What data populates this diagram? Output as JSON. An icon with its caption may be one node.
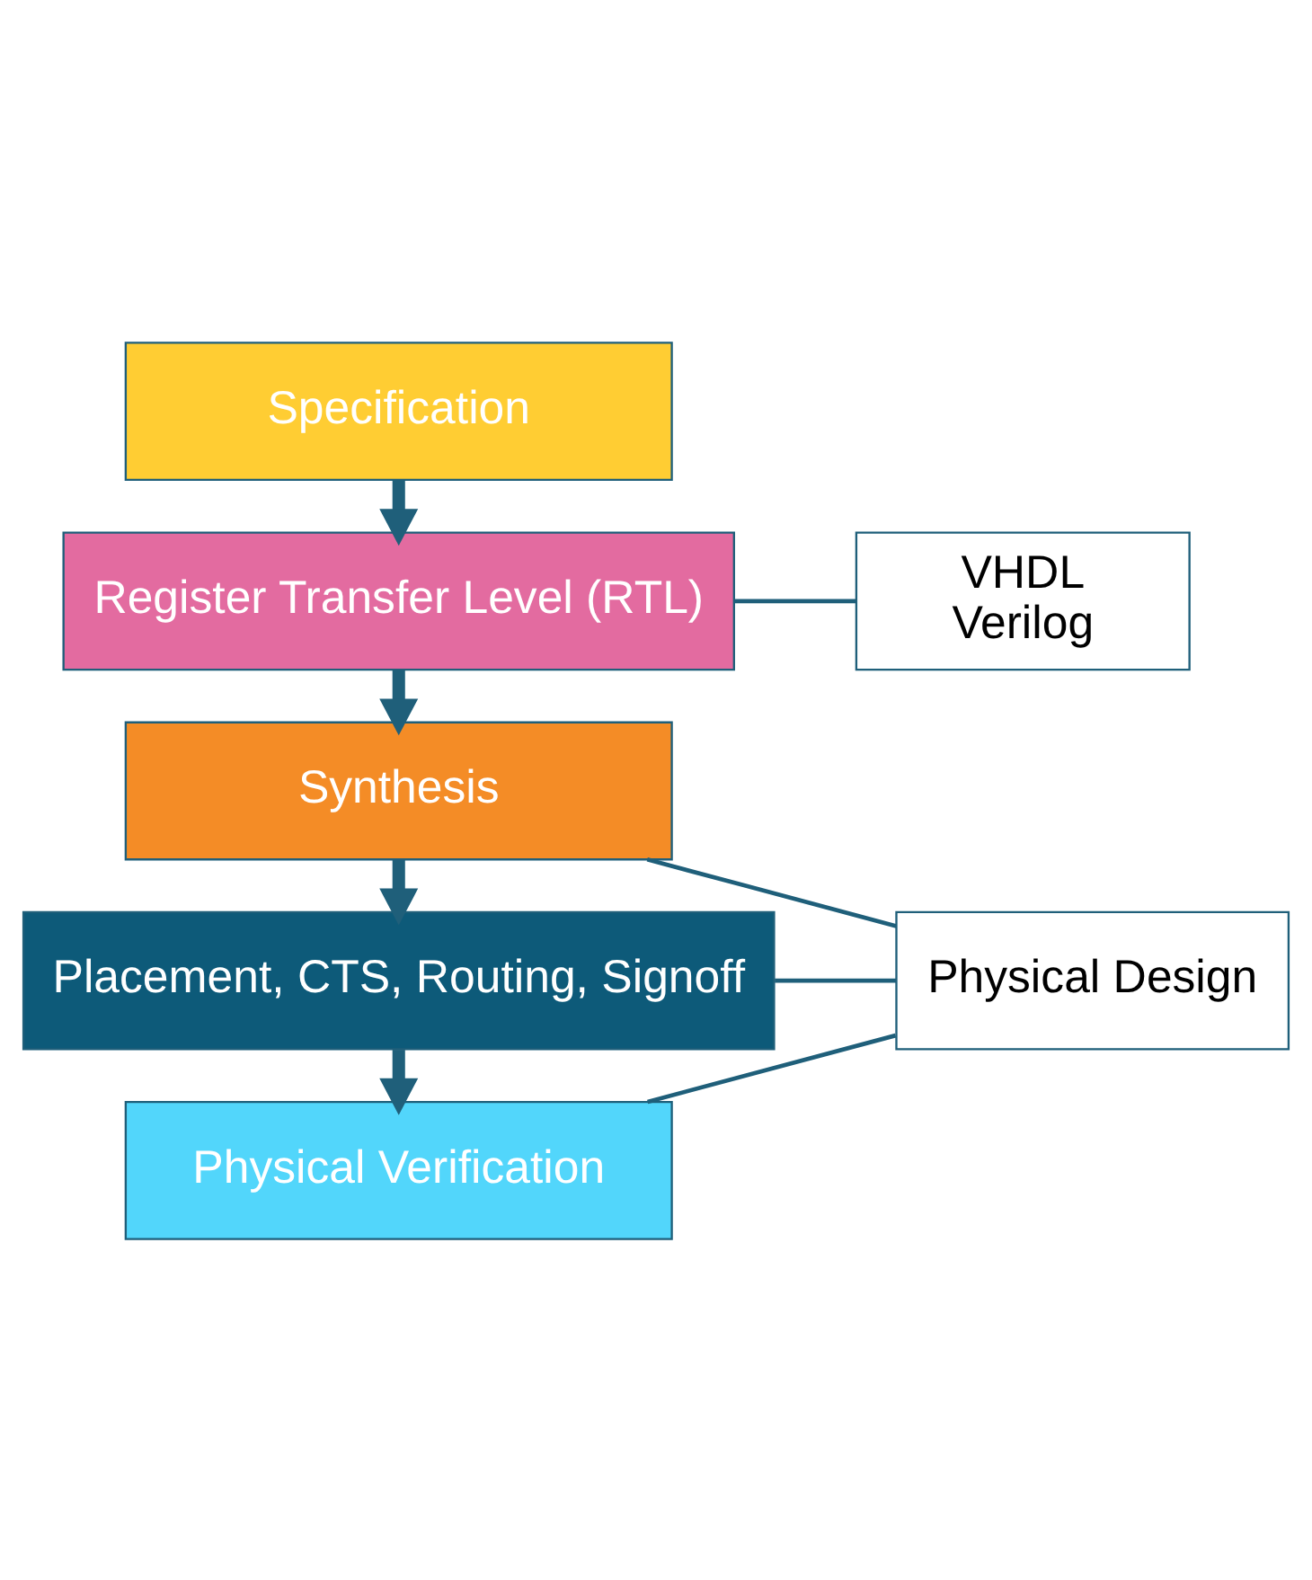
{
  "diagram": {
    "nodes": [
      {
        "text": [
          "Specification"
        ]
      },
      {
        "text": [
          "Register Transfer Level (RTL)"
        ]
      },
      {
        "text": [
          "Synthesis"
        ]
      },
      {
        "text": [
          "Placement, CTS, Routing, Signoff"
        ]
      },
      {
        "text": [
          "Physical Verification"
        ]
      },
      {
        "text": [
          "VHDL",
          "Verilog"
        ]
      },
      {
        "text": [
          "Physical Design"
        ]
      }
    ],
    "edges": [
      {
        "from": 0,
        "to": 1,
        "arrow": "to",
        "style": "thick"
      },
      {
        "from": 1,
        "to": 2,
        "arrow": "to",
        "style": "thick"
      },
      {
        "from": 2,
        "to": 3,
        "arrow": "to",
        "style": "thick"
      },
      {
        "from": 3,
        "to": 4,
        "arrow": "to",
        "style": "thick"
      },
      {
        "from": 1,
        "to": 5,
        "arrow": "none"
      },
      {
        "from": 2,
        "to": 6,
        "arrow": "none"
      },
      {
        "from": 3,
        "to": 6,
        "arrow": "none"
      },
      {
        "from": 4,
        "to": 6,
        "arrow": "none"
      }
    ]
  }
}
